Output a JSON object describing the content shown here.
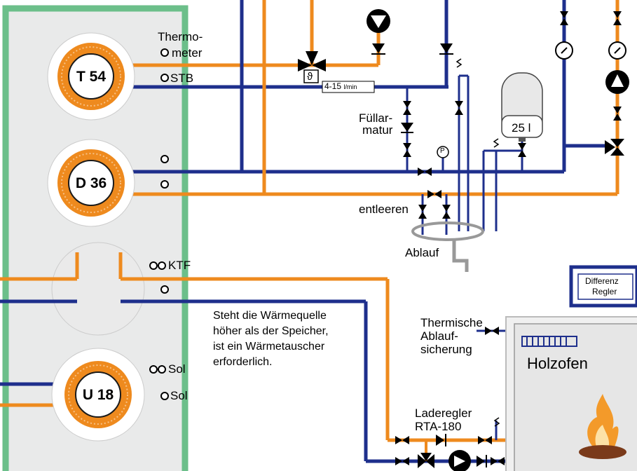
{
  "storage_tank": {
    "coils": [
      {
        "label": "T 54"
      },
      {
        "label": "D 36"
      },
      {
        "label": "U 18"
      }
    ],
    "sensor_labels": {
      "thermometer": "Thermo-\nmeter",
      "thermometer_line1": "Thermo-",
      "thermometer_line2": "meter",
      "stb": "STB",
      "ktf": "KTF",
      "sol_1": "Sol",
      "sol_2": "Sol"
    }
  },
  "components": {
    "flow_rate": "4-15",
    "flow_unit": "l/min",
    "mixer_symbol": "ϑ",
    "fill_fitting_line1": "Füllar-",
    "fill_fitting_line2": "matur",
    "pressure_gauge": "P",
    "expansion_vessel": "25 l",
    "drain": "entleeren",
    "outlet": "Ablauf",
    "controller_line1": "Differenz",
    "controller_line2": "Regler",
    "thermal_safety_line1": "Thermische",
    "thermal_safety_line2": "Ablauf-",
    "thermal_safety_line3": "sicherung",
    "stove": "Holzofen",
    "charge_controller_line1": "Laderegler",
    "charge_controller_line2": "RTA-180"
  },
  "note": {
    "lines": [
      "Steht die Wärmequelle",
      "höher als der Speicher,",
      "ist ein Wärmetauscher",
      "erforderlich."
    ]
  },
  "colors": {
    "hot_pipe": "#ee8a1e",
    "cold_pipe": "#1e2f8c",
    "tank_frame": "#6cbf8a",
    "tank_fill": "#e9eaea",
    "coil_orange": "#ee8a1e"
  }
}
